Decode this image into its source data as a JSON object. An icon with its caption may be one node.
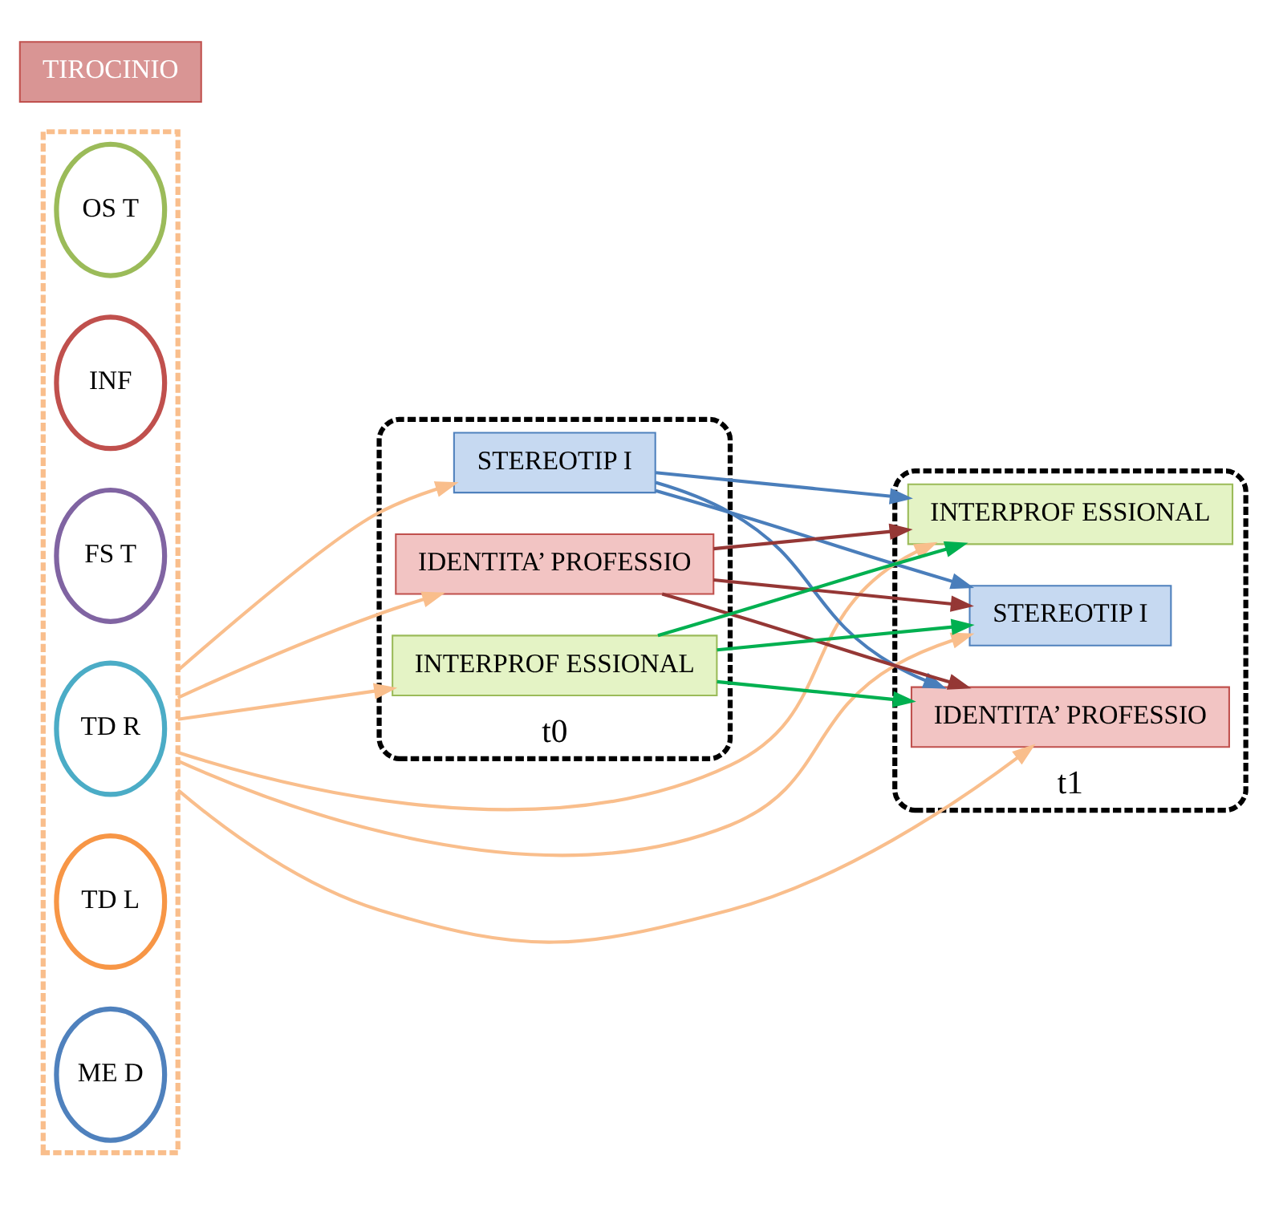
{
  "diagram": {
    "nodes": [
      {
        "text": [],
        "shape": "box"
      },
      {
        "text": [
          "OS T"
        ],
        "in": 0
      },
      {
        "text": [
          "INF"
        ],
        "in": 0
      },
      {
        "text": [
          "FS T"
        ],
        "in": 0
      },
      {
        "text": [
          "TD R"
        ],
        "in": 0
      },
      {
        "text": [
          "TD L"
        ],
        "in": 0
      },
      {
        "text": [
          "ME D"
        ],
        "in": 0
      },
      {
        "text": [
          "t0"
        ]
      },
      {
        "text": [
          "STEREOTIP I"
        ],
        "in": 7
      },
      {
        "text": [
          "IDENTITA’ PROFESSIO"
        ],
        "in": 7
      },
      {
        "text": [
          "INTERPROF ESSIONAL"
        ],
        "in": 7
      },
      {
        "text": [
          "t1"
        ]
      },
      {
        "text": [
          "STEREOTIP I"
        ],
        "in": 11
      },
      {
        "text": [
          "IDENTITA’ PROFESSIO"
        ],
        "in": 11
      },
      {
        "text": [
          "INTERPROF ESSIONAL"
        ],
        "in": 11
      },
      {
        "text": [
          "TIROCINIO"
        ]
      }
    ],
    "edges": [
      {
        "from": 0,
        "to": 8,
        "arrow": "to"
      },
      {
        "from": 0,
        "to": 9,
        "arrow": "to"
      },
      {
        "from": 0,
        "to": 10,
        "arrow": "to"
      },
      {
        "from": 0,
        "to": 12,
        "arrow": "to"
      },
      {
        "from": 0,
        "to": 13,
        "arrow": "to"
      },
      {
        "from": 0,
        "to": 14,
        "arrow": "to"
      },
      {
        "from": 8,
        "to": 12,
        "arrow": "to",
        "color": "#4a7ebb"
      },
      {
        "from": 8,
        "to": 13,
        "arrow": "to",
        "color": "#4a7ebb"
      },
      {
        "from": 8,
        "to": 14,
        "arrow": "to",
        "color": "#4a7ebb"
      },
      {
        "from": 9,
        "to": 12,
        "arrow": "to",
        "color": "#953735"
      },
      {
        "from": 9,
        "to": 13,
        "arrow": "to",
        "color": "#953735"
      },
      {
        "from": 9,
        "to": 14,
        "arrow": "to",
        "color": "#953735"
      },
      {
        "from": 10,
        "to": 12,
        "arrow": "to",
        "color": "#00b050"
      },
      {
        "from": 10,
        "to": 13,
        "arrow": "to",
        "color": "#00b050"
      },
      {
        "from": 10,
        "to": 14,
        "arrow": "to",
        "color": "#00b050"
      }
    ]
  }
}
